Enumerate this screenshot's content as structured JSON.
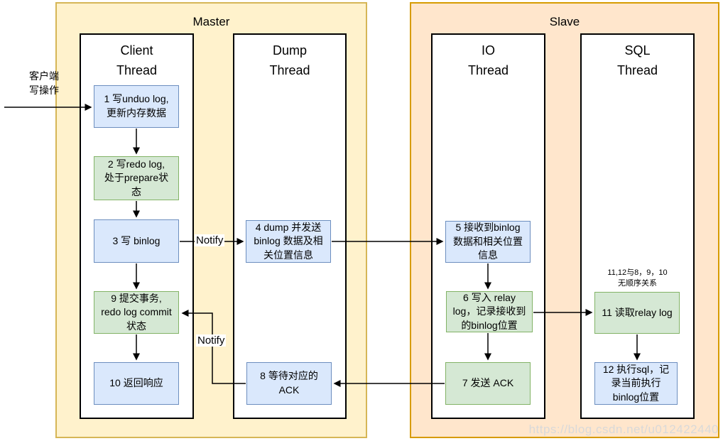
{
  "containers": {
    "master": {
      "label": "Master",
      "fill": "#fff2cc",
      "border": "#d6b656"
    },
    "slave": {
      "label": "Slave",
      "fill": "#ffe6cc",
      "border": "#d79b00"
    }
  },
  "threads": {
    "client": {
      "title": "Client\nThread"
    },
    "dump": {
      "title": "Dump\nThread"
    },
    "io": {
      "title": "IO\nThread"
    },
    "sql": {
      "title": "SQL\nThread"
    }
  },
  "colors": {
    "step_blue_fill": "#dae8fc",
    "step_blue_border": "#6c8ebf",
    "step_green_fill": "#d5e8d4",
    "step_green_border": "#82b366"
  },
  "steps": {
    "s1": {
      "text": "1 写unduo log,\n更新内存数据",
      "color": "blue"
    },
    "s2": {
      "text": "2 写redo log,\n处于prepare状\n态",
      "color": "green"
    },
    "s3": {
      "text": "3 写 binlog",
      "color": "blue"
    },
    "s4": {
      "text": "4 dump 并发送\nbinlog 数据及相\n关位置信息",
      "color": "blue"
    },
    "s5": {
      "text": "5 接收到binlog\n数据和相关位置\n信息",
      "color": "blue"
    },
    "s6": {
      "text": "6 写入 relay\nlog，记录接收到\n的binlog位置",
      "color": "green"
    },
    "s7": {
      "text": "7 发送 ACK",
      "color": "green"
    },
    "s8": {
      "text": "8 等待对应的\nACK",
      "color": "blue"
    },
    "s9": {
      "text": "9 提交事务,\nredo log commit\n状态",
      "color": "green"
    },
    "s10": {
      "text": "10 返回响应",
      "color": "blue"
    },
    "s11": {
      "text": "11 读取relay log",
      "color": "green"
    },
    "s12": {
      "text": "12 执行sql，记\n录当前执行\nbinlog位置",
      "color": "blue"
    }
  },
  "annotations": {
    "client_write": "客户端\n写操作",
    "notify1": "Notify",
    "notify2": "Notify",
    "order_note": "11,12与8，9，10\n无顺序关系"
  },
  "watermark": "https://blog.csdn.net/u012422440"
}
